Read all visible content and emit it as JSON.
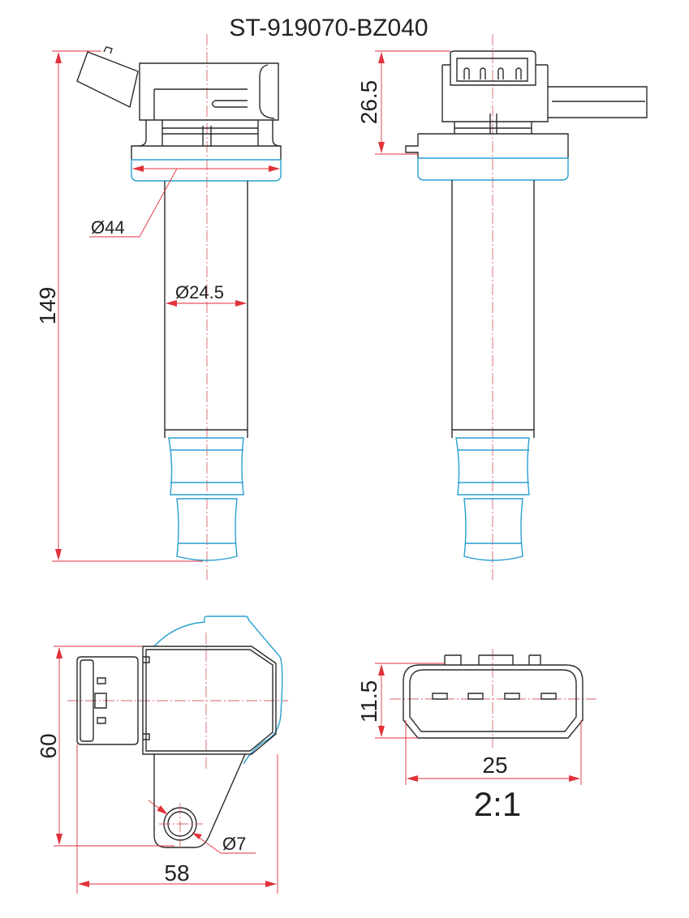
{
  "title": "ST-919070-BZ040",
  "dimensions": {
    "flange_diameter": "Ø44",
    "tube_diameter": "Ø24.5",
    "overall_length": "149",
    "head_height": "26.5",
    "top_view_height": "60",
    "top_view_width": "58",
    "mount_hole_diameter": "Ø7",
    "connector_height": "11.5",
    "connector_width": "25"
  },
  "scale": "2:1",
  "colors": {
    "outline": "#2a2a2a",
    "highlight": "#2a9fd0",
    "dimension": "#e0323a"
  }
}
